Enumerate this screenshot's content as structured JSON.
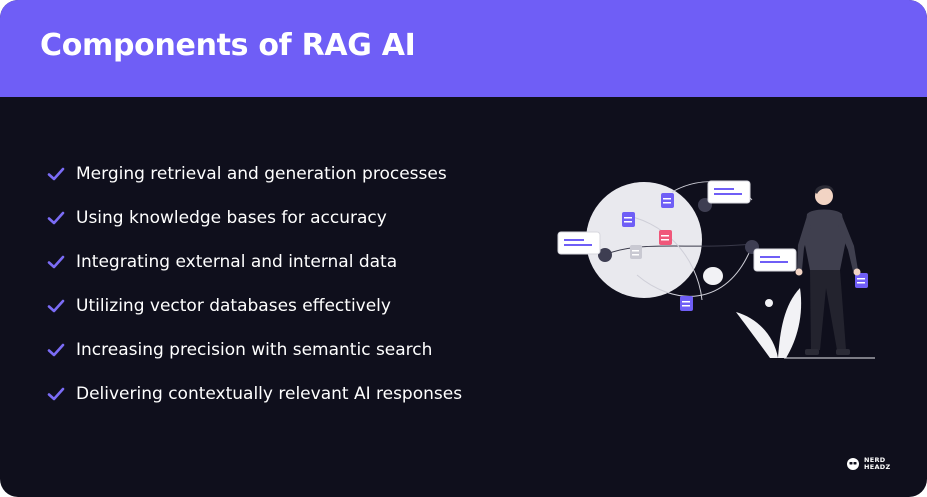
{
  "header": {
    "title": "Components of RAG AI"
  },
  "items": [
    {
      "label": "Merging retrieval and generation processes"
    },
    {
      "label": "Using knowledge bases for accuracy"
    },
    {
      "label": "Integrating external and internal data"
    },
    {
      "label": "Utilizing vector databases effectively"
    },
    {
      "label": "Increasing precision with semantic search"
    },
    {
      "label": "Delivering contextually relevant AI responses"
    }
  ],
  "logo": {
    "text": "NERD\nHEADZ"
  },
  "colors": {
    "header_bg": "#6f5ef6",
    "background": "#0f0f1c",
    "check": "#7b6cf6",
    "doc_purple": "#6f5ef6",
    "doc_pink": "#f0577a"
  },
  "icons": {
    "check": "check-icon",
    "illustration": "person-with-documents-illustration"
  }
}
